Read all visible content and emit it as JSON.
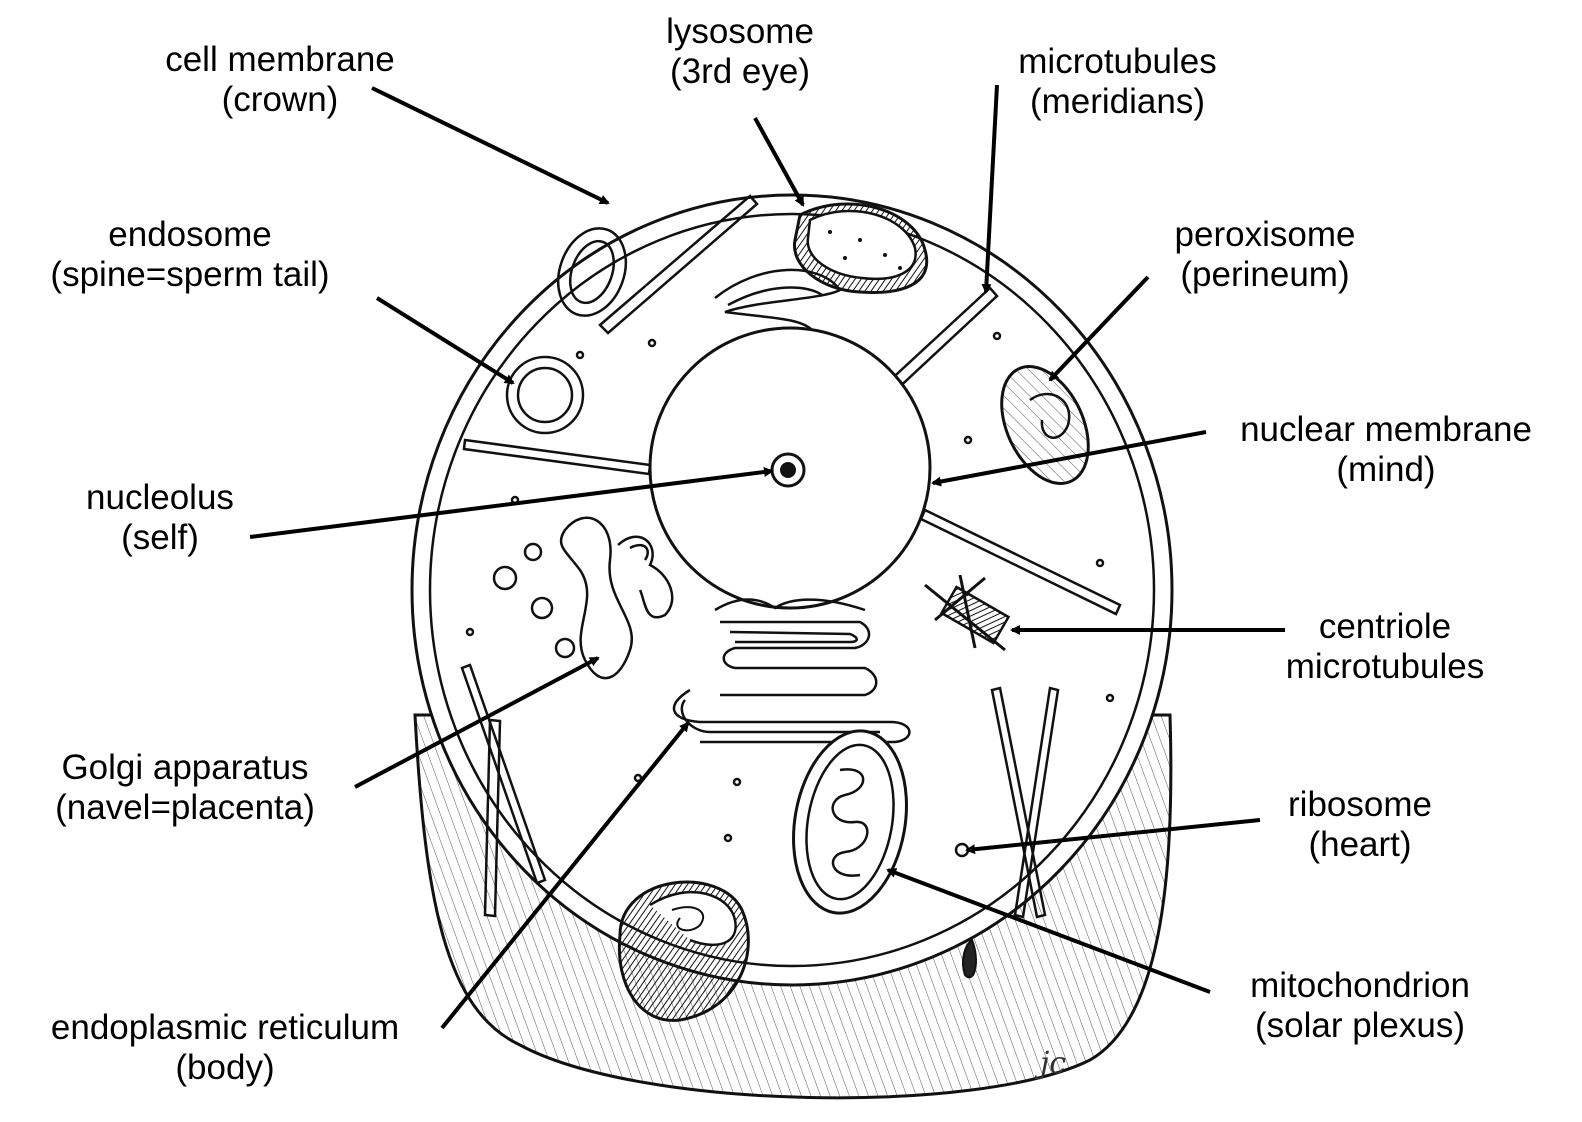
{
  "labels": {
    "cell_membrane": {
      "name": "cell membrane",
      "alias": "(crown)"
    },
    "lysosome": {
      "name": "lysosome",
      "alias": "(3rd eye)"
    },
    "microtubules": {
      "name": "microtubules",
      "alias": "(meridians)"
    },
    "endosome": {
      "name": "endosome",
      "alias": "(spine=sperm tail)"
    },
    "peroxisome": {
      "name": "peroxisome",
      "alias": "(perineum)"
    },
    "nuclear_membrane": {
      "name": "nuclear membrane",
      "alias": "(mind)"
    },
    "nucleolus": {
      "name": "nucleolus",
      "alias": "(self)"
    },
    "centriole": {
      "name": "centriole",
      "alias": "microtubules"
    },
    "golgi": {
      "name": "Golgi apparatus",
      "alias": "(navel=placenta)"
    },
    "ribosome": {
      "name": "ribosome",
      "alias": "(heart)"
    },
    "er": {
      "name": "endoplasmic reticulum",
      "alias": "(body)"
    },
    "mitochondrion": {
      "name": "mitochondrion",
      "alias": "(solar plexus)"
    }
  },
  "signature": "jc"
}
